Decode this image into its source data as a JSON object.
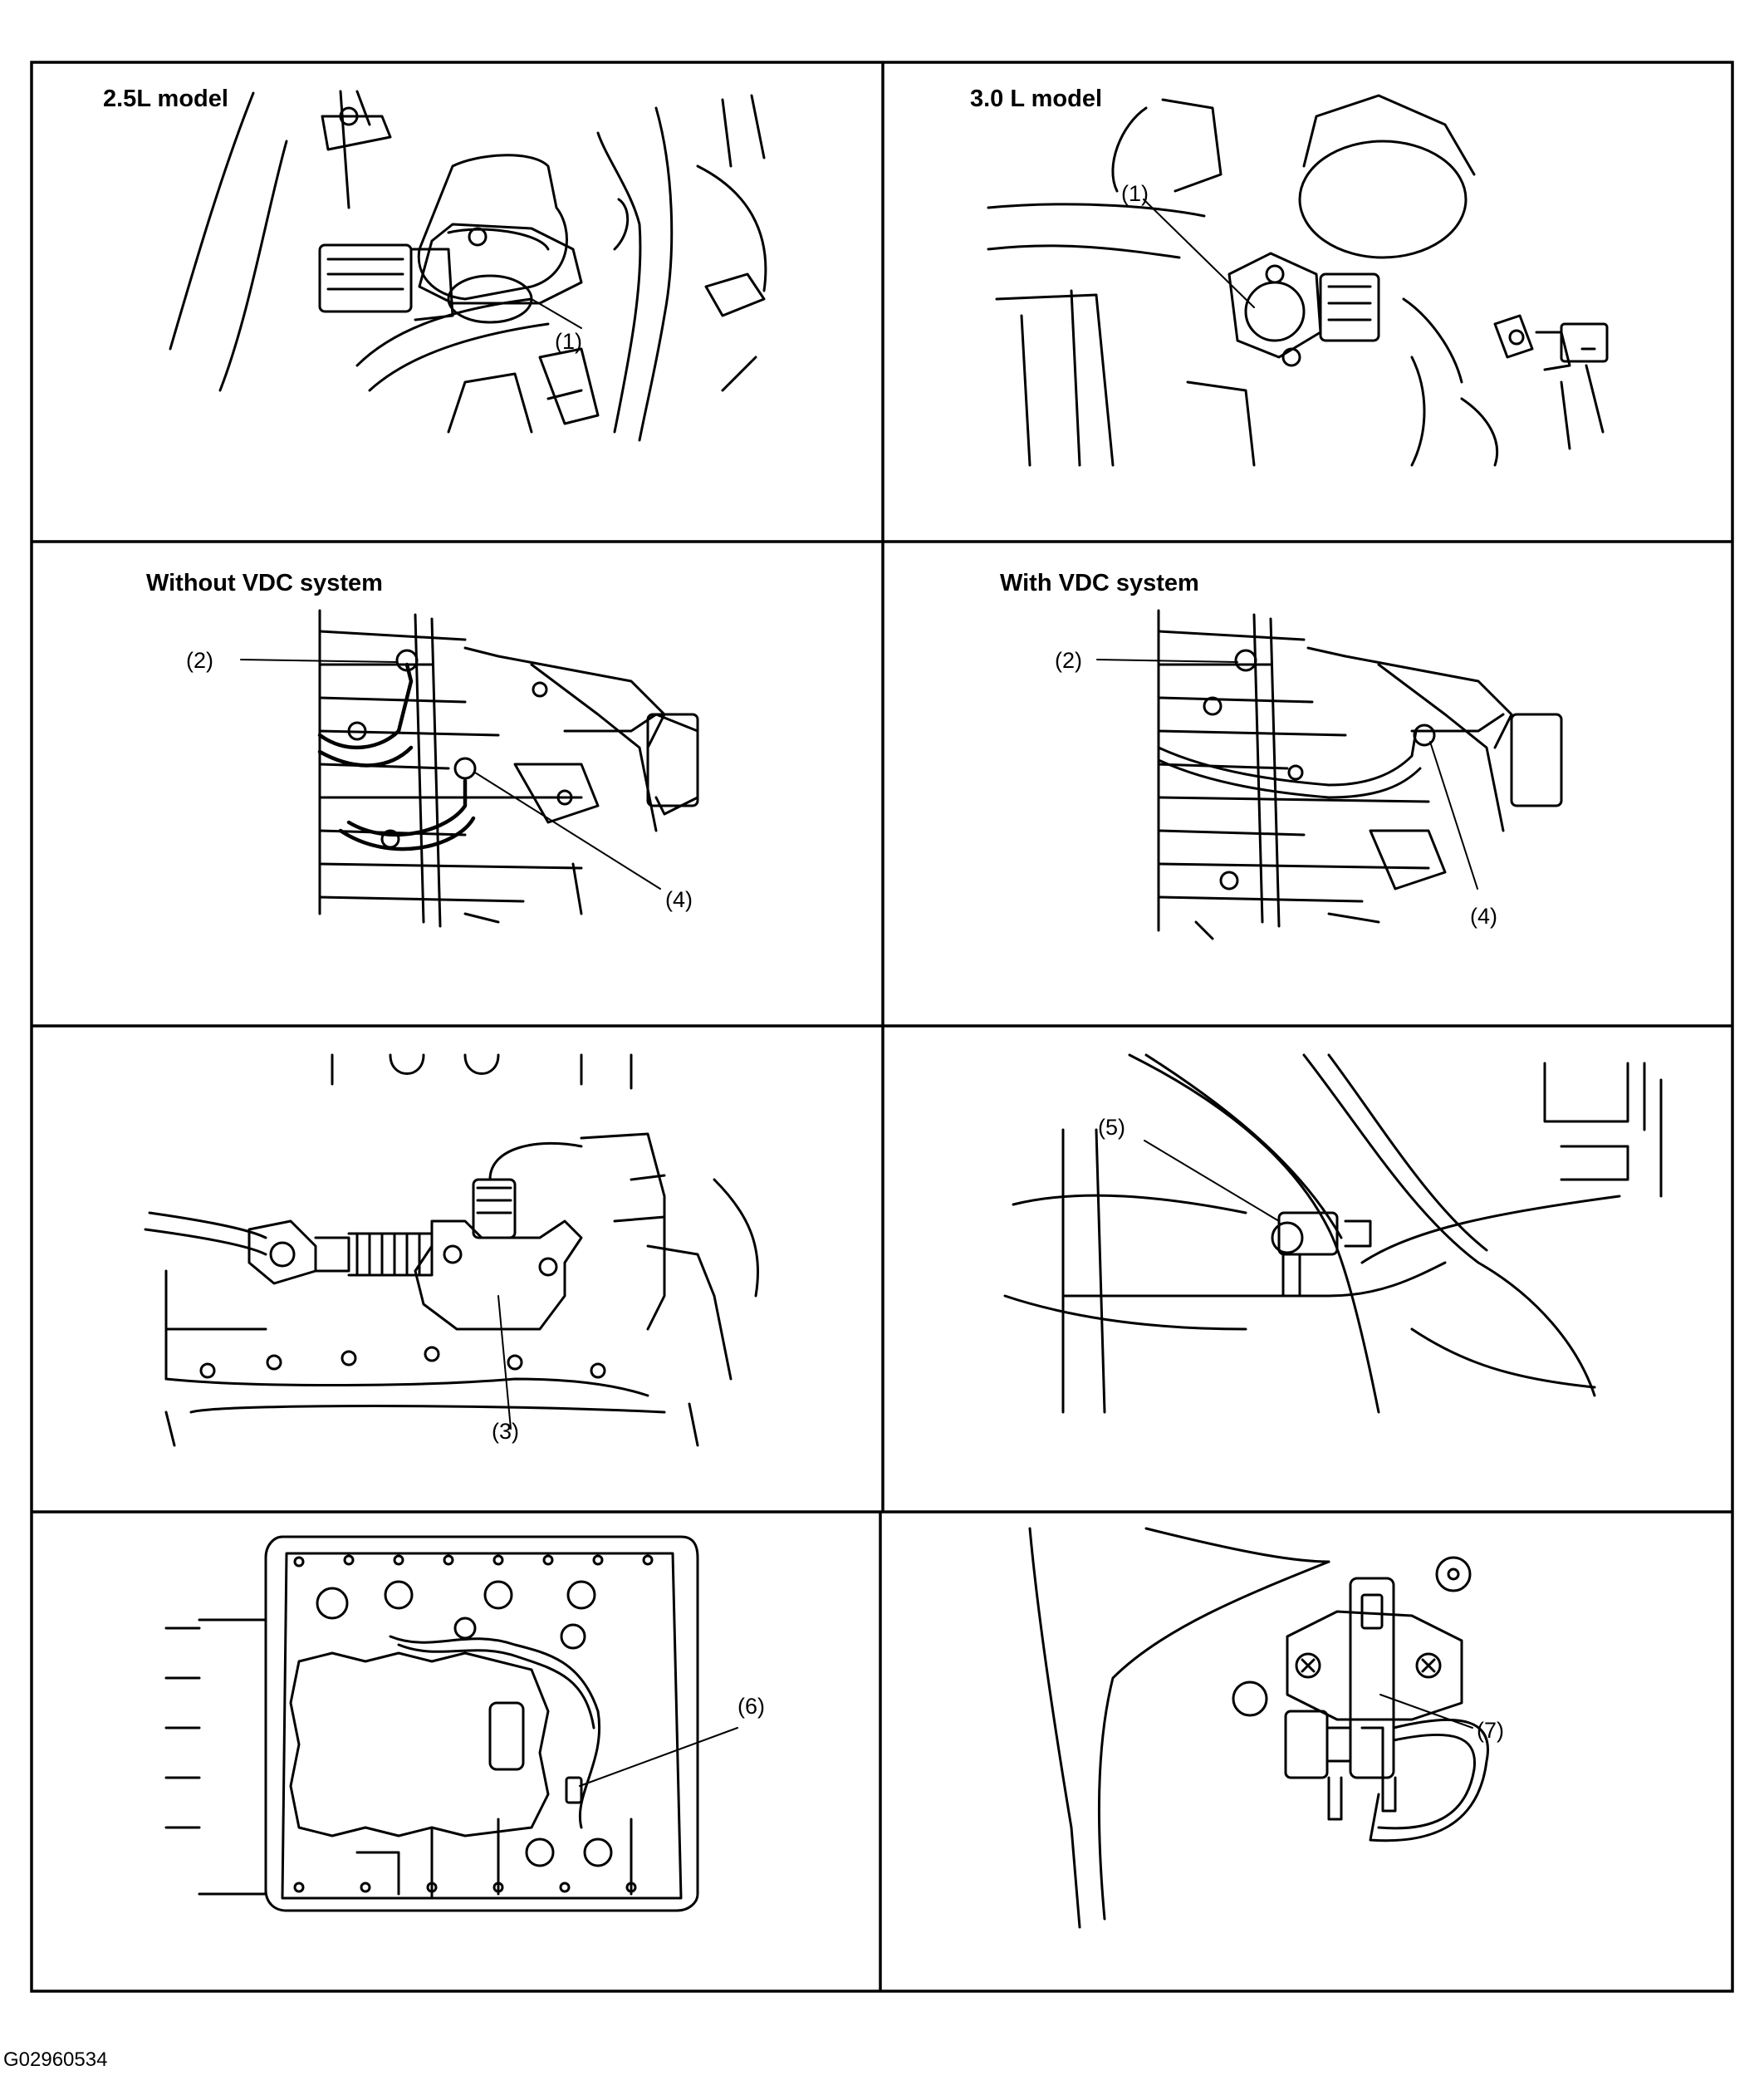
{
  "panels": {
    "p1": {
      "title": "2.5L model",
      "callouts": [
        "(1)"
      ]
    },
    "p2": {
      "title": "3.0 L model",
      "callouts": [
        "(1)"
      ]
    },
    "p3": {
      "title": "Without VDC system",
      "callouts": [
        "(2)",
        "(4)"
      ]
    },
    "p4": {
      "title": "With VDC system",
      "callouts": [
        "(2)",
        "(4)"
      ]
    },
    "p5": {
      "callouts": [
        "(3)"
      ]
    },
    "p6": {
      "callouts": [
        "(5)"
      ]
    },
    "p7": {
      "callouts": [
        "(6)"
      ]
    },
    "p8": {
      "callouts": [
        "(7)"
      ]
    }
  },
  "figure_id": "G02960534"
}
